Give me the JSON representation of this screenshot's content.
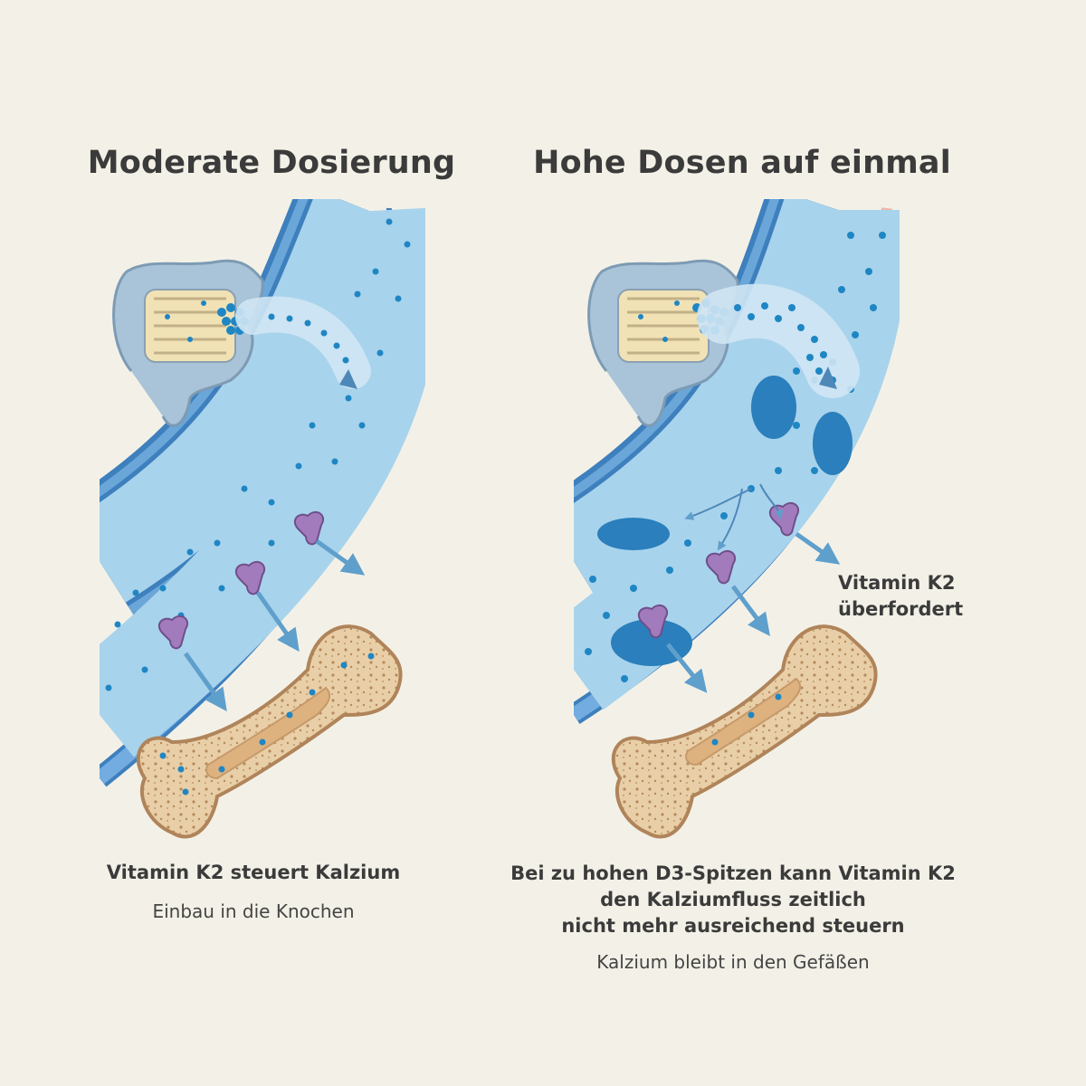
{
  "panels": {
    "left": {
      "title": "Moderate Dosierung",
      "caption": "Vitamin K2 steuert Kalzium",
      "subcaption": "Einbau in die Knochen"
    },
    "right": {
      "title": "Hohe Dosen auf einmal",
      "caption_lines": [
        "Bei zu hohen D3-Spitzen kann Vitamin K2",
        "den Kalziumfluss zeitlich",
        "nicht mehr ausreichend steuern"
      ],
      "subcaption": "Kalzium bleibt in den Gefäßen",
      "k2_label_lines": [
        "Vitamin K2",
        "überfordert"
      ]
    }
  },
  "colors": {
    "background": "#f3f1e7",
    "vessel_wall": "#4a8dc9",
    "vessel_lumen": "#a9d4ec",
    "calcium": "#1f86c4",
    "k2_protein": "#a27bbd",
    "bone": "#e6c79e",
    "intestine": "#a9c3d8",
    "inflamed_wall": "#f0b6a8"
  }
}
